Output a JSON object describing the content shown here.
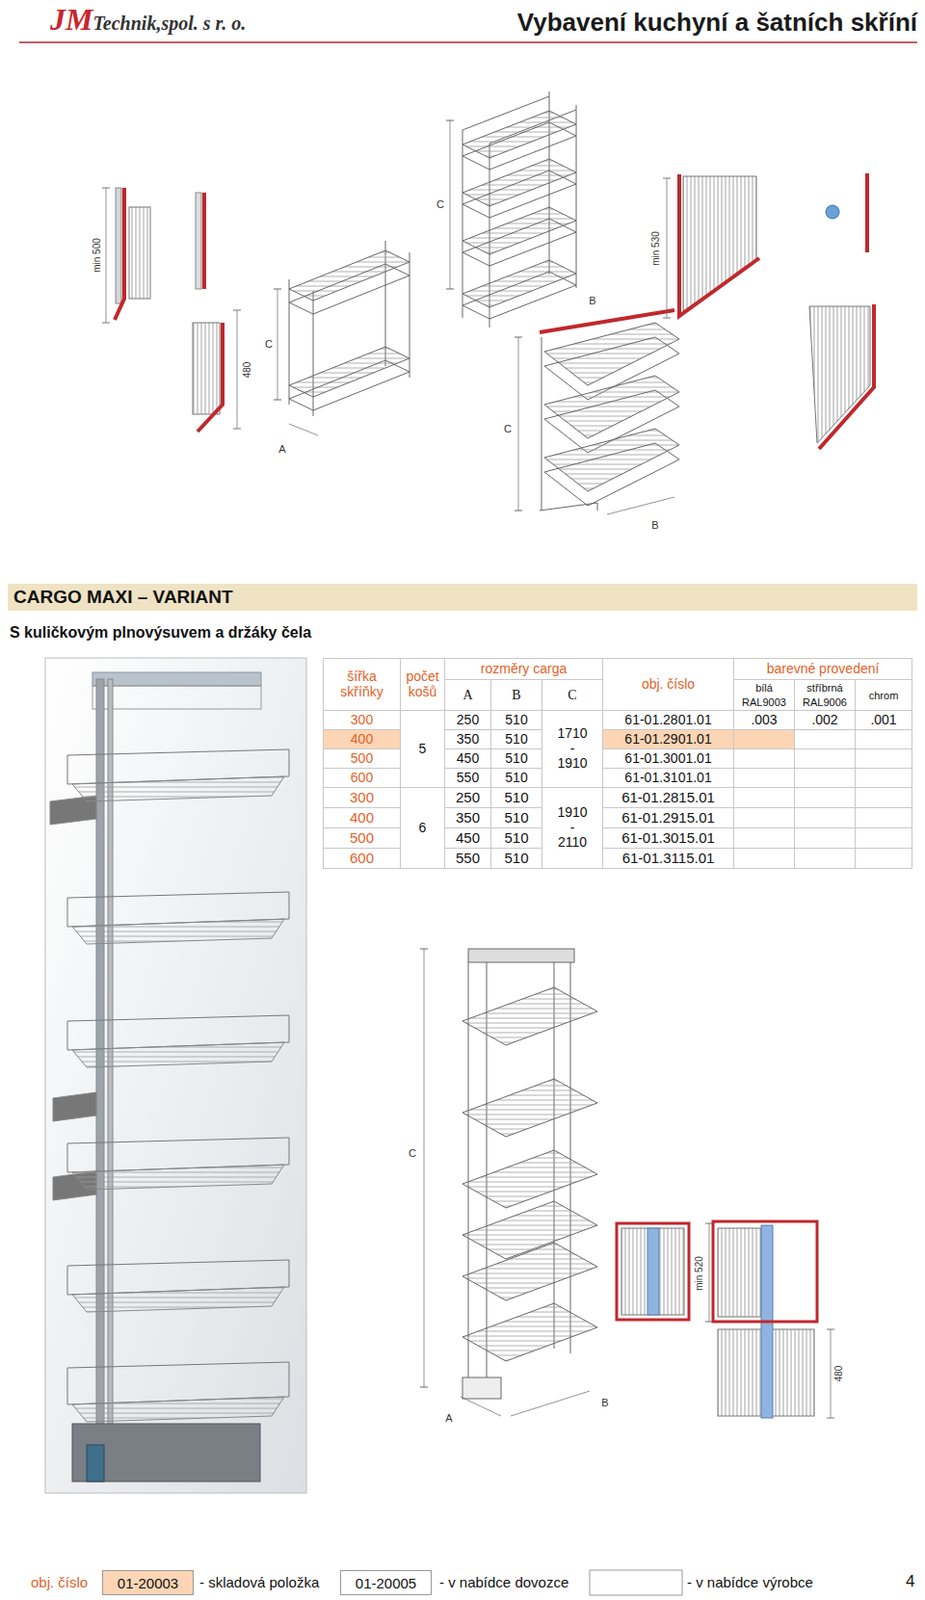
{
  "diagram": {
    "title": "Vybavení kuchyní a šatních skříní",
    "nodes": [
      {
        "text": [
          "CARGO MAXI – VARIANT"
        ]
      },
      {
        "text": [
          "01-20003"
        ]
      },
      {
        "text": [
          "01-20005"
        ]
      }
    ],
    "labels": [
      "JM",
      "Technik,spol. s r. o.",
      "S kuličkovým plnovýsuvem a držáky čela",
      "šířka skříňky",
      "počet košů",
      "rozměry carga",
      "A",
      "B",
      "C",
      "obj. číslo",
      "barevné provedení",
      "bílá RAL9003",
      "stříbrná RAL9006",
      "chrom",
      "300",
      "250",
      "510",
      "61-01.2801.01",
      ".003",
      ".002",
      ".001",
      "400",
      "350",
      "510",
      "61-01.2901.01",
      "500",
      "450",
      "510",
      "61-01.3001.01",
      "600",
      "550",
      "510",
      "61-01.3101.01",
      "5",
      "1710 - 1910",
      "300",
      "250",
      "510",
      "61-01.2815.01",
      "400",
      "350",
      "510",
      "61-01.2915.01",
      "500",
      "450",
      "510",
      "61-01.3015.01",
      "600",
      "550",
      "510",
      "61-01.3115.01",
      "6",
      "1910 - 2110",
      "min 500",
      "480",
      "C",
      "A",
      "C",
      "B",
      "C",
      "B",
      "min 530",
      "C",
      "A",
      "B",
      "min 520",
      "480",
      "obj. číslo",
      "- skladová položka",
      "- v nabídce dovozce",
      "- v nabídce výrobce",
      "4"
    ]
  }
}
